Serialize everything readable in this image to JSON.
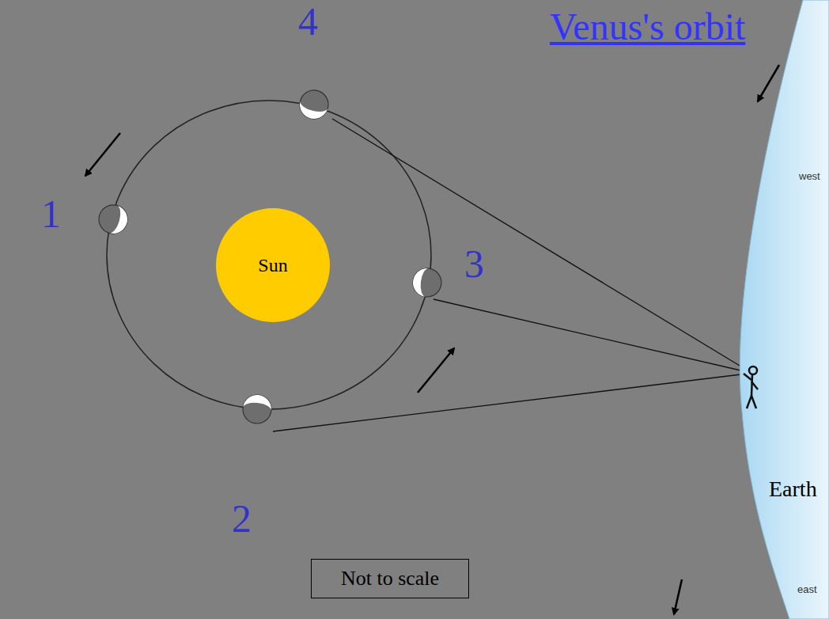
{
  "diagram": {
    "title": "Venus's orbit",
    "nodes": [
      {
        "text": [
          "Sun"
        ]
      },
      {
        "text": [
          "west",
          "Earth",
          "east"
        ]
      },
      {
        "text": [
          "Not to scale"
        ]
      }
    ],
    "labels": [
      "4",
      "1",
      "3",
      "2"
    ]
  }
}
